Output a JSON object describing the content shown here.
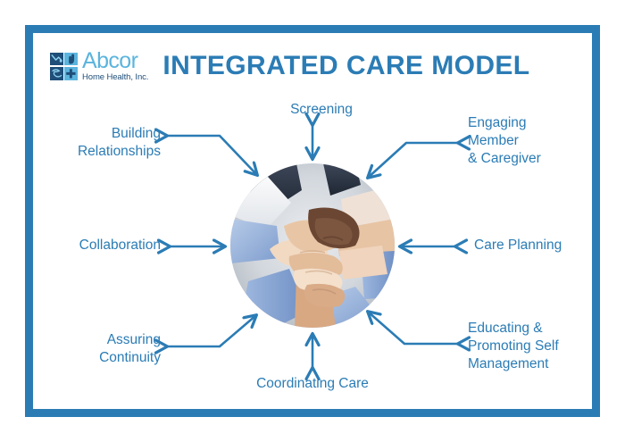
{
  "poster": {
    "frame_color": "#2b7cb5",
    "background": "#ffffff"
  },
  "header": {
    "title": "INTEGRATED CARE MODEL",
    "title_color": "#2b7cb5",
    "logo": {
      "name": "Abcor",
      "tagline": "Home Health, Inc.",
      "name_color": "#5bb4dd",
      "tagline_color": "#1f4e79"
    }
  },
  "diagram": {
    "center_image_alt": "Stacked hands of diverse caregivers",
    "label_color": "#2b7cb5",
    "arrow_color": "#2b7cb5",
    "nodes": [
      {
        "id": "screening",
        "label": "Screening",
        "position": "top",
        "arrow": "double-vertical"
      },
      {
        "id": "building",
        "label": "Building\nRelationships",
        "position": "top-left",
        "arrow": "double-elbow"
      },
      {
        "id": "engaging",
        "label": "Engaging\nMember\n& Caregiver",
        "position": "top-right",
        "arrow": "double-elbow"
      },
      {
        "id": "collaboration",
        "label": "Collaboration",
        "position": "left",
        "arrow": "double-horizontal"
      },
      {
        "id": "careplanning",
        "label": "Care Planning",
        "position": "right",
        "arrow": "double-horizontal"
      },
      {
        "id": "assuring",
        "label": "Assuring\nContinuity",
        "position": "bottom-left",
        "arrow": "double-elbow"
      },
      {
        "id": "educating",
        "label": "Educating &\nPromoting Self\nManagement",
        "position": "bottom-right",
        "arrow": "double-elbow"
      },
      {
        "id": "coordinating",
        "label": "Coordinating Care",
        "position": "bottom",
        "arrow": "double-vertical"
      }
    ]
  }
}
